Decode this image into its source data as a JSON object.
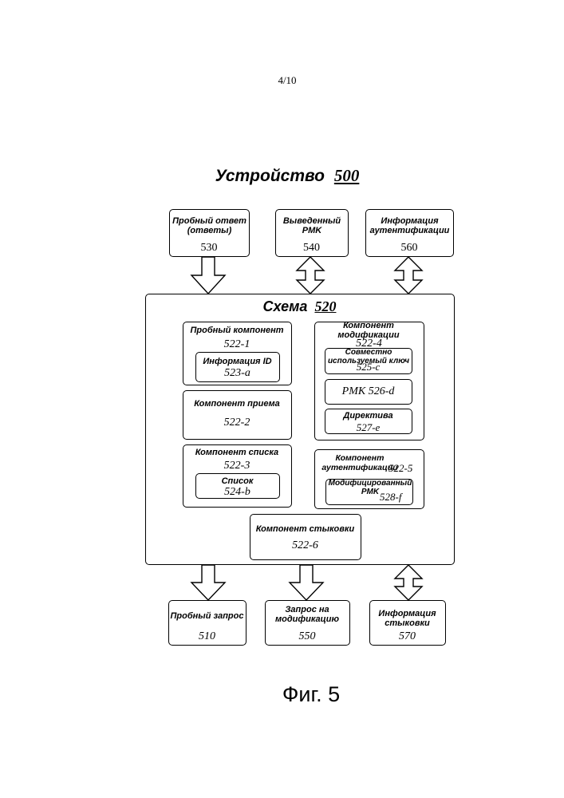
{
  "page_number": "4/10",
  "device": {
    "title": "Устройство",
    "ref": "500"
  },
  "top_boxes": [
    {
      "label": "Пробный ответ (ответы)",
      "ref": "530"
    },
    {
      "label": "Выведенный PMK",
      "ref": "540"
    },
    {
      "label": "Информация аутентификации",
      "ref": "560"
    }
  ],
  "circuit": {
    "title": "Схема",
    "ref": "520"
  },
  "probe_component": {
    "label": "Пробный компонент",
    "ref": "522-1",
    "id_info": {
      "label": "Информация ID",
      "ref": "523-a"
    }
  },
  "receive_component": {
    "label": "Компонент приема",
    "ref": "522-2"
  },
  "list_component": {
    "label": "Компонент списка",
    "ref": "522-3",
    "list": {
      "label": "Список",
      "ref": "524-b"
    }
  },
  "modify_component": {
    "label": "Компонент модификации",
    "ref": "522-4",
    "shared_key": {
      "label": "Совместно используемый ключ",
      "ref": "525-c"
    },
    "pmk": {
      "label": "PMK 526-d"
    },
    "directive": {
      "label": "Директива",
      "ref": "527-e"
    }
  },
  "auth_component": {
    "label": "Компонент аутентификации",
    "ref": "522-5",
    "modified_pmk": {
      "label": "Модифицированный PMK",
      "ref": "528-f"
    }
  },
  "dock_component": {
    "label": "Компонент стыковки",
    "ref": "522-6"
  },
  "bottom_boxes": [
    {
      "label": "Пробный запрос",
      "ref": "510"
    },
    {
      "label": "Запрос на модификацию",
      "ref": "550"
    },
    {
      "label": "Информация стыковки",
      "ref": "570"
    }
  ],
  "figure_caption": "Фиг. 5"
}
